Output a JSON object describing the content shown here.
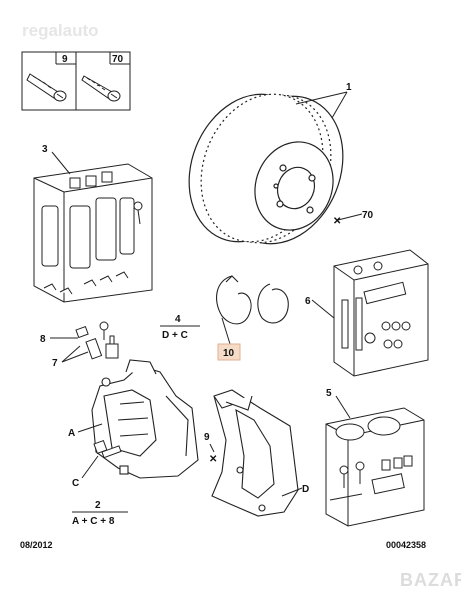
{
  "watermark": "regalauto",
  "corner_watermark": "BAZAR",
  "screw_box": {
    "left_ref": "9",
    "right_ref": "70"
  },
  "parts": {
    "disc": "1",
    "disc_screw": "70",
    "pad_kit": "3",
    "pad_kit_ref": "4",
    "pad_kit_combo": "D + C",
    "spring": "10",
    "guide_kit": "6",
    "bleed_screw": "8",
    "bleed_cap": "7",
    "caliper": "A",
    "caliper_bolt": "C",
    "caliper_set": "2",
    "caliper_set_combo": "A + C + 8",
    "bracket_screw": "9",
    "bracket": "D",
    "seal_kit": "5"
  },
  "footer": {
    "date": "08/2012",
    "doc_number": "00042358"
  }
}
